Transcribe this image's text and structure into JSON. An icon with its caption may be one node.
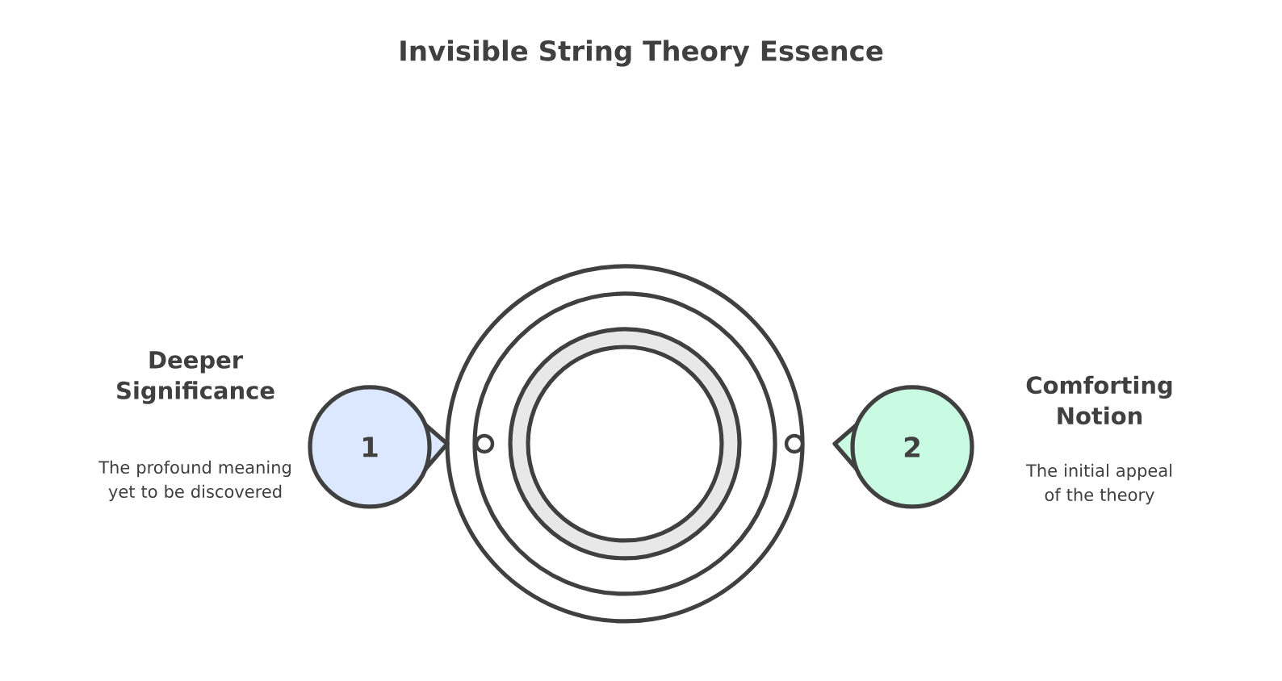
{
  "diagram": {
    "title": "Invisible String Theory Essence",
    "nodes": [
      {
        "text": [
          "1"
        ],
        "beside": [
          "Deeper Significance",
          "The profound meaning yet to be discovered"
        ]
      },
      {
        "text": [
          "2"
        ],
        "beside": [
          "Comforting Notion",
          "The initial appeal of the theory"
        ]
      }
    ]
  }
}
